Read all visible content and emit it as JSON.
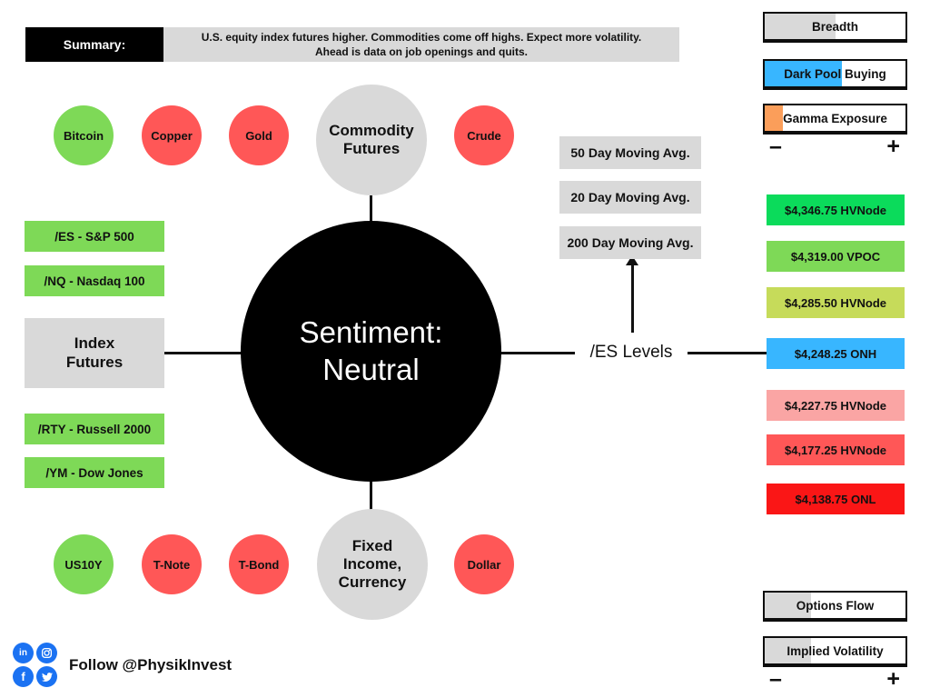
{
  "summary": {
    "label": "Summary:",
    "line1": "U.S. equity index futures higher. Commodities come off highs. Expect more volatility.",
    "line2": "Ahead is data on job openings and quits."
  },
  "center": {
    "line1": "Sentiment:",
    "line2": "Neutral"
  },
  "top_row": {
    "hub_line1": "Commodity",
    "hub_line2": "Futures",
    "items": [
      {
        "label": "Bitcoin",
        "color": "#7ED957"
      },
      {
        "label": "Copper",
        "color": "#FF5757"
      },
      {
        "label": "Gold",
        "color": "#FF5757"
      },
      {
        "label": "Crude",
        "color": "#FF5757"
      }
    ]
  },
  "bottom_row": {
    "hub_line1": "Fixed",
    "hub_line2": "Income,",
    "hub_line3": "Currency",
    "items": [
      {
        "label": "US10Y",
        "color": "#7ED957"
      },
      {
        "label": "T-Note",
        "color": "#FF5757"
      },
      {
        "label": "T-Bond",
        "color": "#FF5757"
      },
      {
        "label": "Dollar",
        "color": "#FF5757"
      }
    ]
  },
  "left_column": {
    "hub_line1": "Index",
    "hub_line2": "Futures",
    "items": [
      {
        "label": "/ES - S&P 500",
        "color": "#7ED957"
      },
      {
        "label": "/NQ - Nasdaq 100",
        "color": "#7ED957"
      },
      {
        "label": "/RTY - Russell 2000",
        "color": "#7ED957"
      },
      {
        "label": "/YM - Dow Jones",
        "color": "#7ED957"
      }
    ]
  },
  "es_levels": {
    "label": "/ES Levels",
    "moving_averages": [
      {
        "label": "50 Day Moving Avg."
      },
      {
        "label": "20 Day Moving Avg."
      },
      {
        "label": "200 Day Moving Avg."
      }
    ]
  },
  "sidebar": {
    "gauges_top": [
      {
        "label": "Breadth",
        "fill_color": "#D9D9D9",
        "fill_pct": 50
      },
      {
        "label": "Dark Pool Buying",
        "fill_color": "#38B6FF",
        "fill_pct": 55
      },
      {
        "label": "Gamma Exposure",
        "fill_color": "#FB9E5A",
        "fill_pct": 13
      }
    ],
    "levels": [
      {
        "label": "$4,346.75 HVNode",
        "color": "#0BDB5B"
      },
      {
        "label": "$4,319.00 VPOC",
        "color": "#7ED957"
      },
      {
        "label": "$4,285.50 HVNode",
        "color": "#C6DB5A"
      },
      {
        "label": "$4,248.25 ONH",
        "color": "#38B6FF"
      },
      {
        "label": "$4,227.75 HVNode",
        "color": "#FAA5A4"
      },
      {
        "label": "$4,177.25 HVNode",
        "color": "#FF5757"
      },
      {
        "label": "$4,138.75 ONL",
        "color": "#FA1616"
      }
    ],
    "gauges_bottom": [
      {
        "label": "Options Flow",
        "fill_color": "#D9D9D9",
        "fill_pct": 33
      },
      {
        "label": "Implied Volatility",
        "fill_color": "#D9D9D9",
        "fill_pct": 33
      }
    ],
    "scale_minus": "–",
    "scale_plus": "+"
  },
  "footer": {
    "follow_text": "Follow @PhysikInvest"
  }
}
